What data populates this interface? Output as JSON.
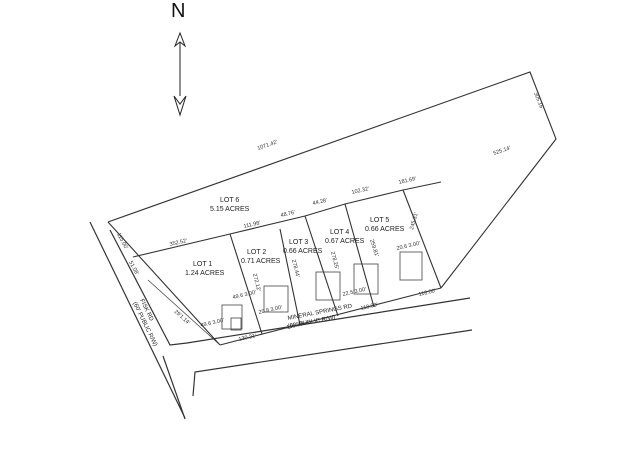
{
  "north": {
    "letter": "N"
  },
  "lots": [
    {
      "name": "LOT 1",
      "area": "1.24 ACRES"
    },
    {
      "name": "LOT 2",
      "area": "0.71 ACRES"
    },
    {
      "name": "LOT 3",
      "area": "0.66 ACRES"
    },
    {
      "name": "LOT 4",
      "area": "0.67 ACRES"
    },
    {
      "name": "LOT 5",
      "area": "0.66 ACRES"
    },
    {
      "name": "LOT 6",
      "area": "5.15 ACRES"
    }
  ],
  "roads": {
    "main": {
      "name": "MINERAL SPRINGS RD",
      "row": "(60' PUBLIC R/W)"
    },
    "side": {
      "name": "FISK RD",
      "row": "(60' PUBLIC R/W)"
    }
  },
  "dimensions": {
    "north_line": "1071.42'",
    "ne_line": "305.16'",
    "east_line": "525.14'",
    "lot6_south_a": "352.52'",
    "lot6_south_b": "111.98'",
    "lot6_south_c": "48.76'",
    "lot6_south_d": "44.28'",
    "lot6_south_e": "102.32'",
    "lot6_south_f": "181.69'",
    "west_upper": "115.00'",
    "west_lower": "51.08'",
    "diag_lot1": "29'1.14'",
    "lot2_side": "272.12'",
    "lot3_side": "278.44'",
    "lot4_side": "278.25'",
    "lot5_side": "259.81'",
    "east_lot5": "245.31'",
    "frontage_1": "130.21'",
    "frontage_2": "118.00'",
    "frontage_3": "118.00'",
    "frontage_4": "118.00'",
    "bldg_1": "49.6 3.00'",
    "bldg_2": "49.6 3.00'",
    "bldg_3": "20.8 3.00'",
    "bldg_4": "22.5 3.00'",
    "bldg_5": "20.6 3.00'"
  }
}
